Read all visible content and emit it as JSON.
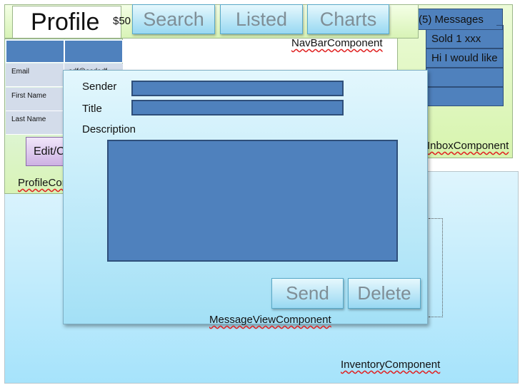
{
  "navbar": {
    "search_label": "Search",
    "listed_label": "Listed",
    "charts_label": "Charts",
    "component_label": "NavBarComponent"
  },
  "profile": {
    "title": "Profile",
    "balance": "$50",
    "rows": [
      {
        "label": "Email",
        "value": "adf@asdadf"
      },
      {
        "label": "First Name",
        "value": ""
      },
      {
        "label": "Last Name",
        "value": ""
      }
    ],
    "edit_label": "Edit/Change",
    "component_label": "ProfileComponent"
  },
  "inbox": {
    "header": "(5) Messages",
    "items": [
      "Sold 1 xxx",
      "Hi I would like",
      "",
      ""
    ],
    "component_label": "InboxComponent"
  },
  "message_view": {
    "sender_label": "Sender",
    "title_label": "Title",
    "description_label": "Description",
    "send_label": "Send",
    "delete_label": "Delete",
    "component_label": "MessageViewComponent"
  },
  "inventory": {
    "component_label": "InventoryComponent"
  }
}
